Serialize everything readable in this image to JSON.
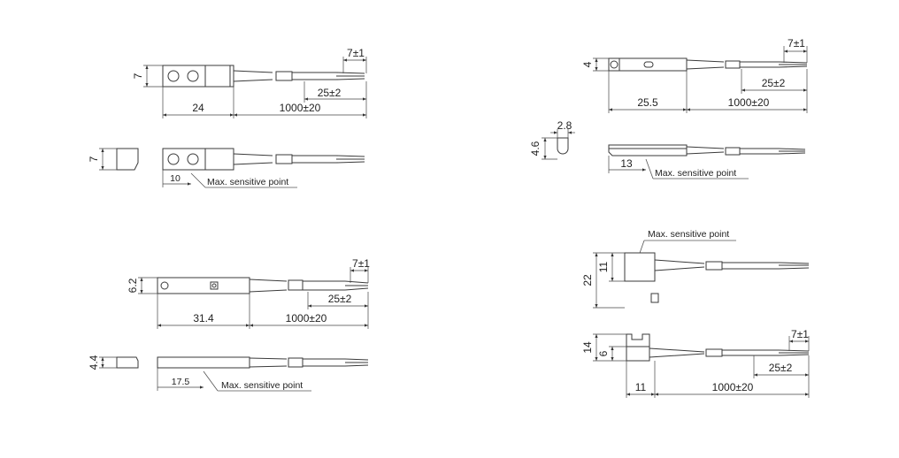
{
  "sensors": {
    "a": {
      "height": "7",
      "body_length": "24",
      "cable_length": "1000±20",
      "strip_outer": "25±2",
      "strip_inner": "7±1",
      "end_height": "7",
      "sensitive_dist": "10",
      "sensitive_label": "Max. sensitive point"
    },
    "b": {
      "height": "4",
      "body_length": "25.5",
      "cable_length": "1000±20",
      "strip_outer": "25±2",
      "strip_inner": "7±1",
      "end_width": "2.8",
      "end_height": "4.6",
      "sensitive_dist": "13",
      "sensitive_label": "Max. sensitive point"
    },
    "c": {
      "height": "6.2",
      "body_length": "31.4",
      "cable_length": "1000±20",
      "strip_outer": "25±2",
      "strip_inner": "7±1",
      "end_height": "4.4",
      "sensitive_dist": "17.5",
      "sensitive_label": "Max. sensitive point"
    },
    "d": {
      "sensitive_label": "Max. sensitive point",
      "outer_height": "22",
      "inner_height": "11",
      "side_height": "14",
      "side_inner": "6",
      "body_length": "11",
      "cable_length": "1000±20",
      "strip_outer": "25±2",
      "strip_inner": "7±1"
    }
  }
}
